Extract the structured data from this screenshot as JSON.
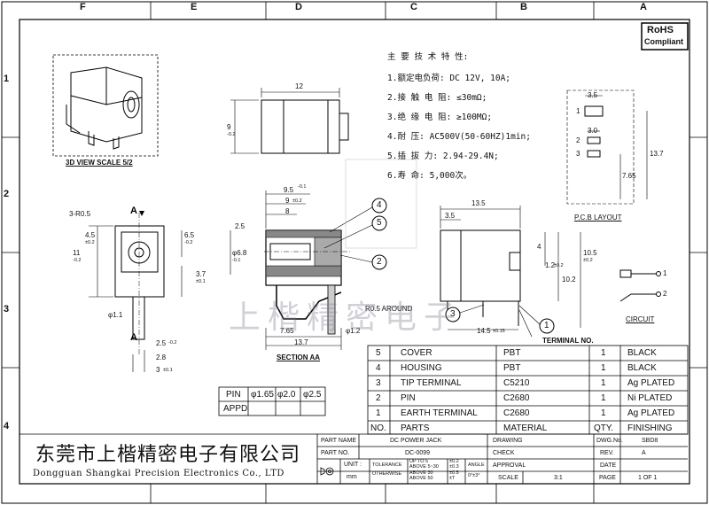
{
  "frame": {
    "columns": [
      "F",
      "E",
      "D",
      "C",
      "B",
      "A"
    ],
    "rows": [
      "1",
      "2",
      "3",
      "4"
    ]
  },
  "rohs": {
    "line1": "RoHS",
    "line2": "Compliant"
  },
  "specs": {
    "title": "主 要 技 术 特 性:",
    "items": [
      "1.额定电负荷: DC 12V, 10A;",
      "2.接 触 电 阻: ≤30mΩ;",
      "3.绝 缘 电 阻: ≥100MΩ;",
      "4.耐      压: AC500V(50-60HZ)1min;",
      "5.插   拔   力: 2.94-29.4N;",
      "6.寿       命: 5,000次。"
    ]
  },
  "views": {
    "three_d_label": "3D VIEW SCALE 5/2",
    "section_label": "SECTION AA",
    "pcb_label": "P.C.B LAYOUT",
    "circuit_label": "CIRCUIT",
    "terminal_label": "TERMINAL NO.",
    "round_label": "R0.5 AROUND",
    "section_mark": "A"
  },
  "dims": {
    "top_width": "12",
    "top_height": "9",
    "top_height_tol": "-0.2",
    "front_r": "3-R0.5",
    "front_h_total": "11",
    "front_h_tol": "-0.2",
    "front_h_upper": "4.5",
    "front_h_upper_tol": "±0.2",
    "front_right_h": "6.5",
    "front_right_tol": "-0.2",
    "front_lower_h": "3.7",
    "front_lower_tol": "±0.1",
    "front_pin_dia": "φ1.1",
    "front_bot1": "2.5",
    "front_bot1_tol": "-0.2",
    "front_bot2": "2.8",
    "front_bot3": "3",
    "front_bot3_tol": "±0.1",
    "sec_top1": "9.5",
    "sec_top1_tol": "-0.1",
    "sec_top2": "9",
    "sec_top2_tol": "±0.2",
    "sec_top3": "8",
    "sec_left1": "2.5",
    "sec_left2": "φ6.8",
    "sec_left2_tol": "-0.1",
    "sec_bot1": "7.65",
    "sec_bot2": "13.7",
    "sec_pin": "φ1.2",
    "side_top1": "13.5",
    "side_top2": "3.5",
    "side_r1": "4",
    "side_r2": "1.2",
    "side_r2_tol": "±0.2",
    "side_r3": "10.5",
    "side_r3_tol": "±0.2",
    "side_r4": "10.2",
    "side_bot": "14.5",
    "side_bot_tol": "±0.15",
    "pcb_w1": "3.5",
    "pcb_w2": "3.0",
    "pcb_h1": "7.65",
    "pcb_h2": "13.7",
    "pcb_pad1": "1",
    "pcb_pad2": "2",
    "pcb_pad3": "3",
    "circuit_t1": "1",
    "circuit_t2": "2"
  },
  "balloons": [
    "1",
    "2",
    "3",
    "4",
    "5"
  ],
  "watermark": "上楷精密电子",
  "pin_table": {
    "header": [
      "PIN",
      "φ1.65",
      "φ2.0",
      "φ2.5"
    ],
    "row2": "APPD"
  },
  "bom": {
    "rows": [
      {
        "no": "5",
        "part": "COVER",
        "material": "PBT",
        "qty": "1",
        "finish": "BLACK"
      },
      {
        "no": "4",
        "part": "HOUSING",
        "material": "PBT",
        "qty": "1",
        "finish": "BLACK"
      },
      {
        "no": "3",
        "part": "TIP TERMINAL",
        "material": "C5210",
        "qty": "1",
        "finish": "Ag PLATED"
      },
      {
        "no": "2",
        "part": "PIN",
        "material": "C2680",
        "qty": "1",
        "finish": "Ni PLATED"
      },
      {
        "no": "1",
        "part": "EARTH TERMINAL",
        "material": "C2680",
        "qty": "1",
        "finish": "Ag PLATED"
      }
    ],
    "header": {
      "no": "NO.",
      "part": "PARTS",
      "material": "MATERIAL",
      "qty": "QTY.",
      "finish": "FINISHING"
    }
  },
  "titleblock": {
    "company_cn": "东莞市上楷精密电子有限公司",
    "company_en": "Dongguan Shangkai Precision Electronics Co., LTD",
    "part_name_label": "PART NAME",
    "part_name": "DC POWER JACK",
    "part_no_label": "PART NO.",
    "part_no": "DC-0099",
    "unit_label": "UNIT :",
    "unit": "mm",
    "tolerance_label": "TOLERANCE",
    "otherwise_label": "OTHERWISE",
    "tol_row1": "UP TO 5",
    "tol_row1_val": "±0.2",
    "tol_row2": "ABOVE 5~30",
    "tol_row2_val": "±0.3",
    "tol_row3": "ABOVE 30",
    "tol_row3_val": "±0.5",
    "tol_row4": "ABOVE 50",
    "tol_row4_val": "±T",
    "angle_label": "ANGLE",
    "angle_val": "0°±3°",
    "drawing_label": "DRAWING",
    "check_label": "CHECK",
    "approval_label": "APPROVAL",
    "scale_label": "SCALE",
    "scale": "3:1",
    "dwg_no_label": "DWG.No.",
    "dwg_no": "SBD8",
    "rev_label": "REV.",
    "rev": "A",
    "date_label": "DATE",
    "page_label": "PAGE",
    "page": "1 OF 1"
  }
}
